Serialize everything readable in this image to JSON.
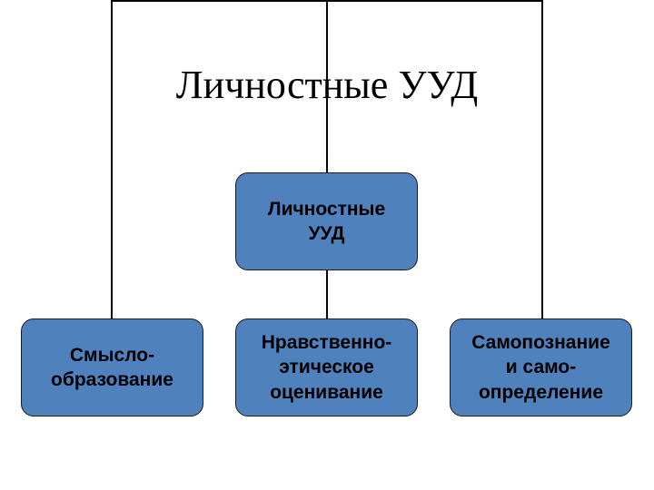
{
  "title": "Личностные УУД",
  "diagram": {
    "root": {
      "label": "Личностные\nУУД"
    },
    "children": [
      {
        "label": "Смысло-\nобразование"
      },
      {
        "label": "Нравственно-\nэтическое\nоценивание"
      },
      {
        "label": "Самопознание\nи само-\nопределение"
      }
    ]
  },
  "colors": {
    "node_fill": "#4f81bd",
    "node_border": "#1a1a1a",
    "connector": "#000000",
    "background": "#ffffff"
  }
}
